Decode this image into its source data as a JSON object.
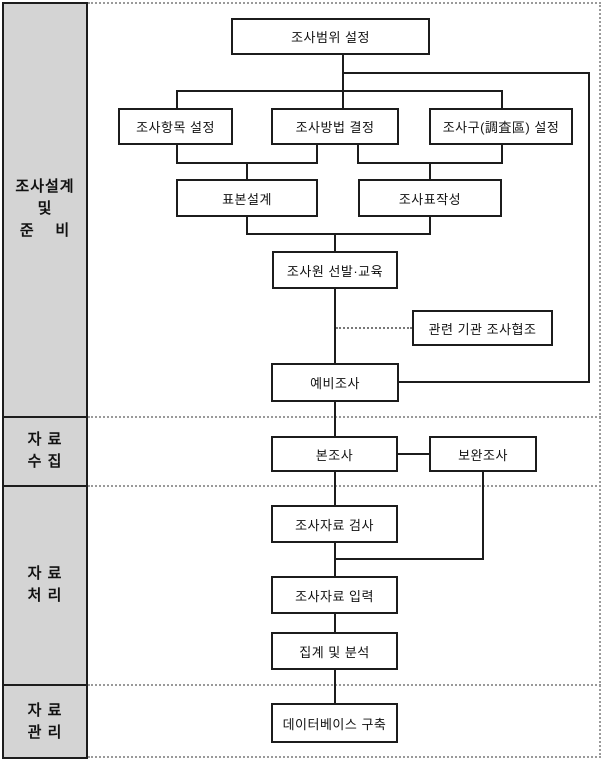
{
  "colors": {
    "bg": "#ffffff",
    "line": "#1c1c1c",
    "sidebar-bg": "#d4d4d4",
    "separator": "#9a9a9a"
  },
  "sidebar": {
    "sections": [
      {
        "lines": [
          "조사설계",
          "및",
          "준    비"
        ]
      },
      {
        "lines": [
          "자 료",
          "수 집"
        ]
      },
      {
        "lines": [
          "자 료",
          "처 리"
        ]
      },
      {
        "lines": [
          "자 료",
          "관 리"
        ]
      }
    ]
  },
  "nodes": {
    "scope": "조사범위 설정",
    "items": "조사항목 설정",
    "method": "조사방법 결정",
    "district": "조사구(調査區) 설정",
    "sample": "표본설계",
    "form": "조사표작성",
    "recruit": "조사원 선발·교육",
    "coop": "관련 기관 조사협조",
    "pilot": "예비조사",
    "main": "본조사",
    "supplement": "보완조사",
    "check": "조사자료 검사",
    "input": "조사자료 입력",
    "aggregate": "집계 및 분석",
    "database": "데이터베이스 구축"
  }
}
